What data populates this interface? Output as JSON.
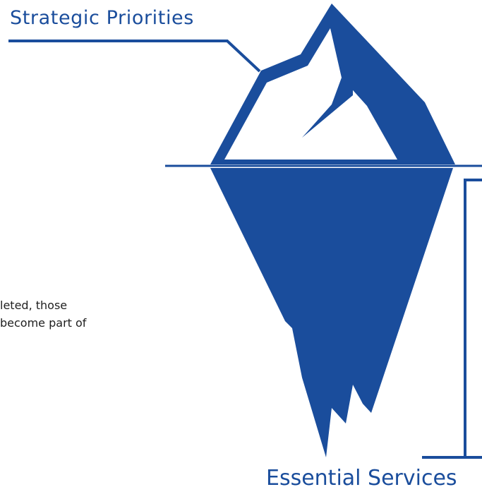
{
  "labels": {
    "top": "Strategic Priorities",
    "bottom": "Essential Services"
  },
  "body_text": {
    "line1": "leted, those",
    "line2": "become part of"
  },
  "colors": {
    "primary": "#1a4d9c",
    "text": "#1e1e1e",
    "background": "#ffffff"
  }
}
